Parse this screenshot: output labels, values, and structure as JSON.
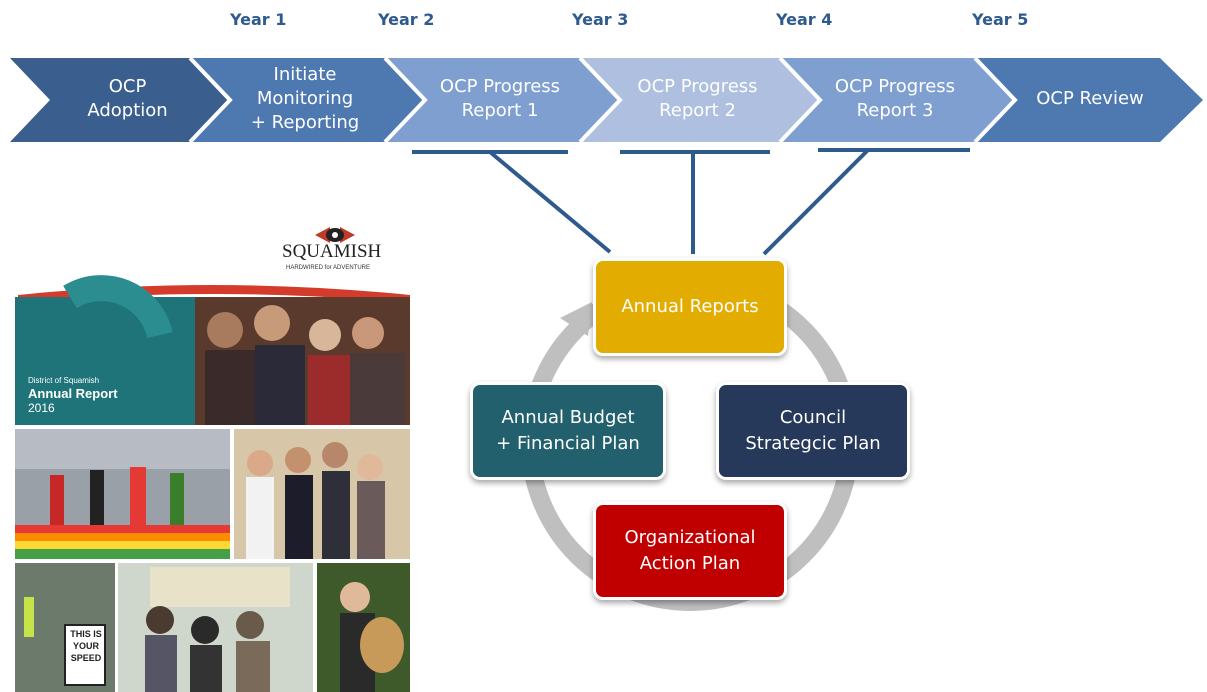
{
  "years": [
    "Year 1",
    "Year 2",
    "Year 3",
    "Year 4",
    "Year 5"
  ],
  "timeline": [
    {
      "label": "OCP\nAdoption",
      "color": "#3a5f8f"
    },
    {
      "label": "Initiate\nMonitoring\n+ Reporting",
      "color": "#4d78b0"
    },
    {
      "label": "OCP Progress\nReport 1",
      "color": "#7e9fd0"
    },
    {
      "label": "OCP Progress\nReport 2",
      "color": "#aebfdf"
    },
    {
      "label": "OCP Progress\nReport 3",
      "color": "#7e9fd0"
    },
    {
      "label": "OCP Review",
      "color": "#4d78b0"
    }
  ],
  "cycle": {
    "annual_reports": {
      "label": "Annual Reports",
      "color": "#e3ac00"
    },
    "budget": {
      "label": "Annual Budget\n+ Financial Plan",
      "color": "#22606e"
    },
    "strategic": {
      "label": "Council\nStrategcic Plan",
      "color": "#26395a"
    },
    "action": {
      "label": "Organizational\nAction Plan",
      "color": "#c00000"
    }
  },
  "cover": {
    "logo_text": "SQUAMISH",
    "tagline": "HARDWIRED for ADVENTURE",
    "district": "District of Squamish",
    "report_title": "Annual Report",
    "report_year": "2016",
    "sign_text": "THIS IS\nYOUR\nSPEED"
  }
}
